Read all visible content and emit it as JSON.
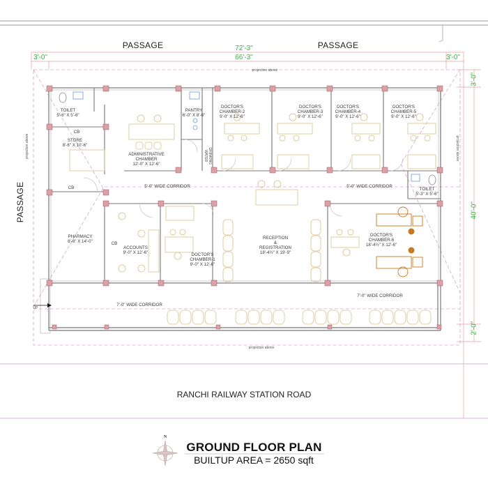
{
  "plan": {
    "title": "GROUND FLOOR PLAN",
    "subtitle": "BUILTUP AREA = 2650 sqft",
    "road": "RANCHI RAILWAY STATION ROAD",
    "compass_north": "N"
  },
  "passages": {
    "top_left": "PASSAGE",
    "top_right": "PASSAGE",
    "left": "PASSAGE"
  },
  "dimensions": {
    "overall_width": "72'-3\"",
    "inner_width": "66'-3\"",
    "left_offset": "3'-0\"",
    "right_offset": "3'-0\"",
    "top_offset_v": "3'-0\"",
    "depth": "40'-0\"",
    "bottom_offset_v": "2'-0\""
  },
  "notes": {
    "projection_top": "projection above",
    "projection_left": "projection above",
    "projection_right": "projection above",
    "projection_bottom": "projection above",
    "up": "UP",
    "corridor_5_left": "5'-0\" WIDE CORRIDOR",
    "corridor_5_right": "5'-0\" WIDE CORRIDOR",
    "corridor_7_left": "7'-0\" WIDE CORRIDOR",
    "corridor_7_right": "7'-0\" WIDE CORRIDOR",
    "drinking_water": "DRINKING\nWATER"
  },
  "rooms": [
    {
      "id": "toilet-1",
      "name": "TOILET",
      "size": "5'-6\" X 5'-6\""
    },
    {
      "id": "store",
      "name": "STORE",
      "size": "8'-6\" X 10'-6\""
    },
    {
      "id": "cb-store",
      "name": "CB",
      "size": ""
    },
    {
      "id": "cb-lower",
      "name": "CB",
      "size": ""
    },
    {
      "id": "administrative",
      "name": "ADMINISTRATIVE\nCHAMBER",
      "size": "12'-0\" X 12'-6\""
    },
    {
      "id": "pantry",
      "name": "PANTRY",
      "size": "6'-0\" X 8'-6\""
    },
    {
      "id": "chamber-2",
      "name": "DOCTOR'S\nCHAMBER-2",
      "size": "9'-0\" X 12'-6\""
    },
    {
      "id": "chamber-3",
      "name": "DOCTOR'S\nCHAMBER-3",
      "size": "9'-0\" X 12'-6\""
    },
    {
      "id": "chamber-4",
      "name": "DOCTOR'S\nCHAMBER-4",
      "size": "9'-0\" X 12'-6\""
    },
    {
      "id": "chamber-5",
      "name": "DOCTOR'S\nCHAMBER-5",
      "size": "9'-0\" X 12'-6\""
    },
    {
      "id": "toilet-2",
      "name": "TOILET",
      "size": "5'-3\" X 5'-6\""
    },
    {
      "id": "pharmacy",
      "name": "PHARMACY",
      "size": "8'-6\" X 14'-0\""
    },
    {
      "id": "cb-accounts",
      "name": "CB",
      "size": ""
    },
    {
      "id": "accounts",
      "name": "ACCOUNTS",
      "size": "9'-0\" X 12'-6\""
    },
    {
      "id": "chamber-1",
      "name": "DOCTOR'S\nCHAMBER-1",
      "size": "9'-0\" X 12'-6\""
    },
    {
      "id": "reception",
      "name": "RECEPTION\n&\nREGISTRATION",
      "size": "18'-4½\" X 19'-9\""
    },
    {
      "id": "chamber-6",
      "name": "DOCTOR'S\nCHAMBER-6",
      "size": "18'-4½\" X 12'-6\""
    }
  ],
  "colors": {
    "wall": "#8a8a8a",
    "column": "#d9a0a6",
    "furniture": "#d8c08a",
    "dimension": "#3cb043",
    "projection": "#d7a6d2",
    "fixture": "#6a9ad6",
    "dental_chair": "#c8781e"
  }
}
